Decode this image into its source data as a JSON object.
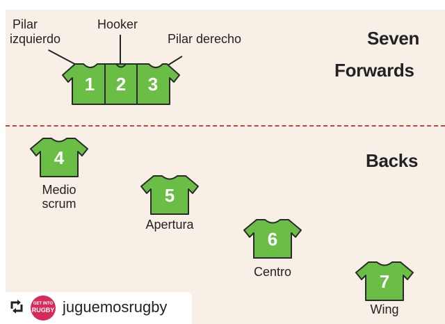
{
  "headings": {
    "forwards_line1": "Seven",
    "forwards_line2": "Forwards",
    "backs": "Backs"
  },
  "front_row": [
    {
      "number": "1",
      "label_line1": "Pilar",
      "label_line2": "izquierdo"
    },
    {
      "number": "2",
      "label": "Hooker"
    },
    {
      "number": "3",
      "label": "Pilar derecho"
    }
  ],
  "backs": [
    {
      "number": "4",
      "label_line1": "Medio",
      "label_line2": "scrum"
    },
    {
      "number": "5",
      "label": "Apertura"
    },
    {
      "number": "6",
      "label": "Centro"
    },
    {
      "number": "7",
      "label": "Wing"
    }
  ],
  "footer": {
    "repost_icon": "repost-icon",
    "logo_top": "GET INTO",
    "logo_main": "RUGBY",
    "handle": "juguemosrugby"
  },
  "colors": {
    "shirt": "#6abe45",
    "shirt_outline": "#2a2a2a",
    "divider": "#b8483a",
    "background": "#f8f0e6",
    "logo": "#d62b58"
  }
}
